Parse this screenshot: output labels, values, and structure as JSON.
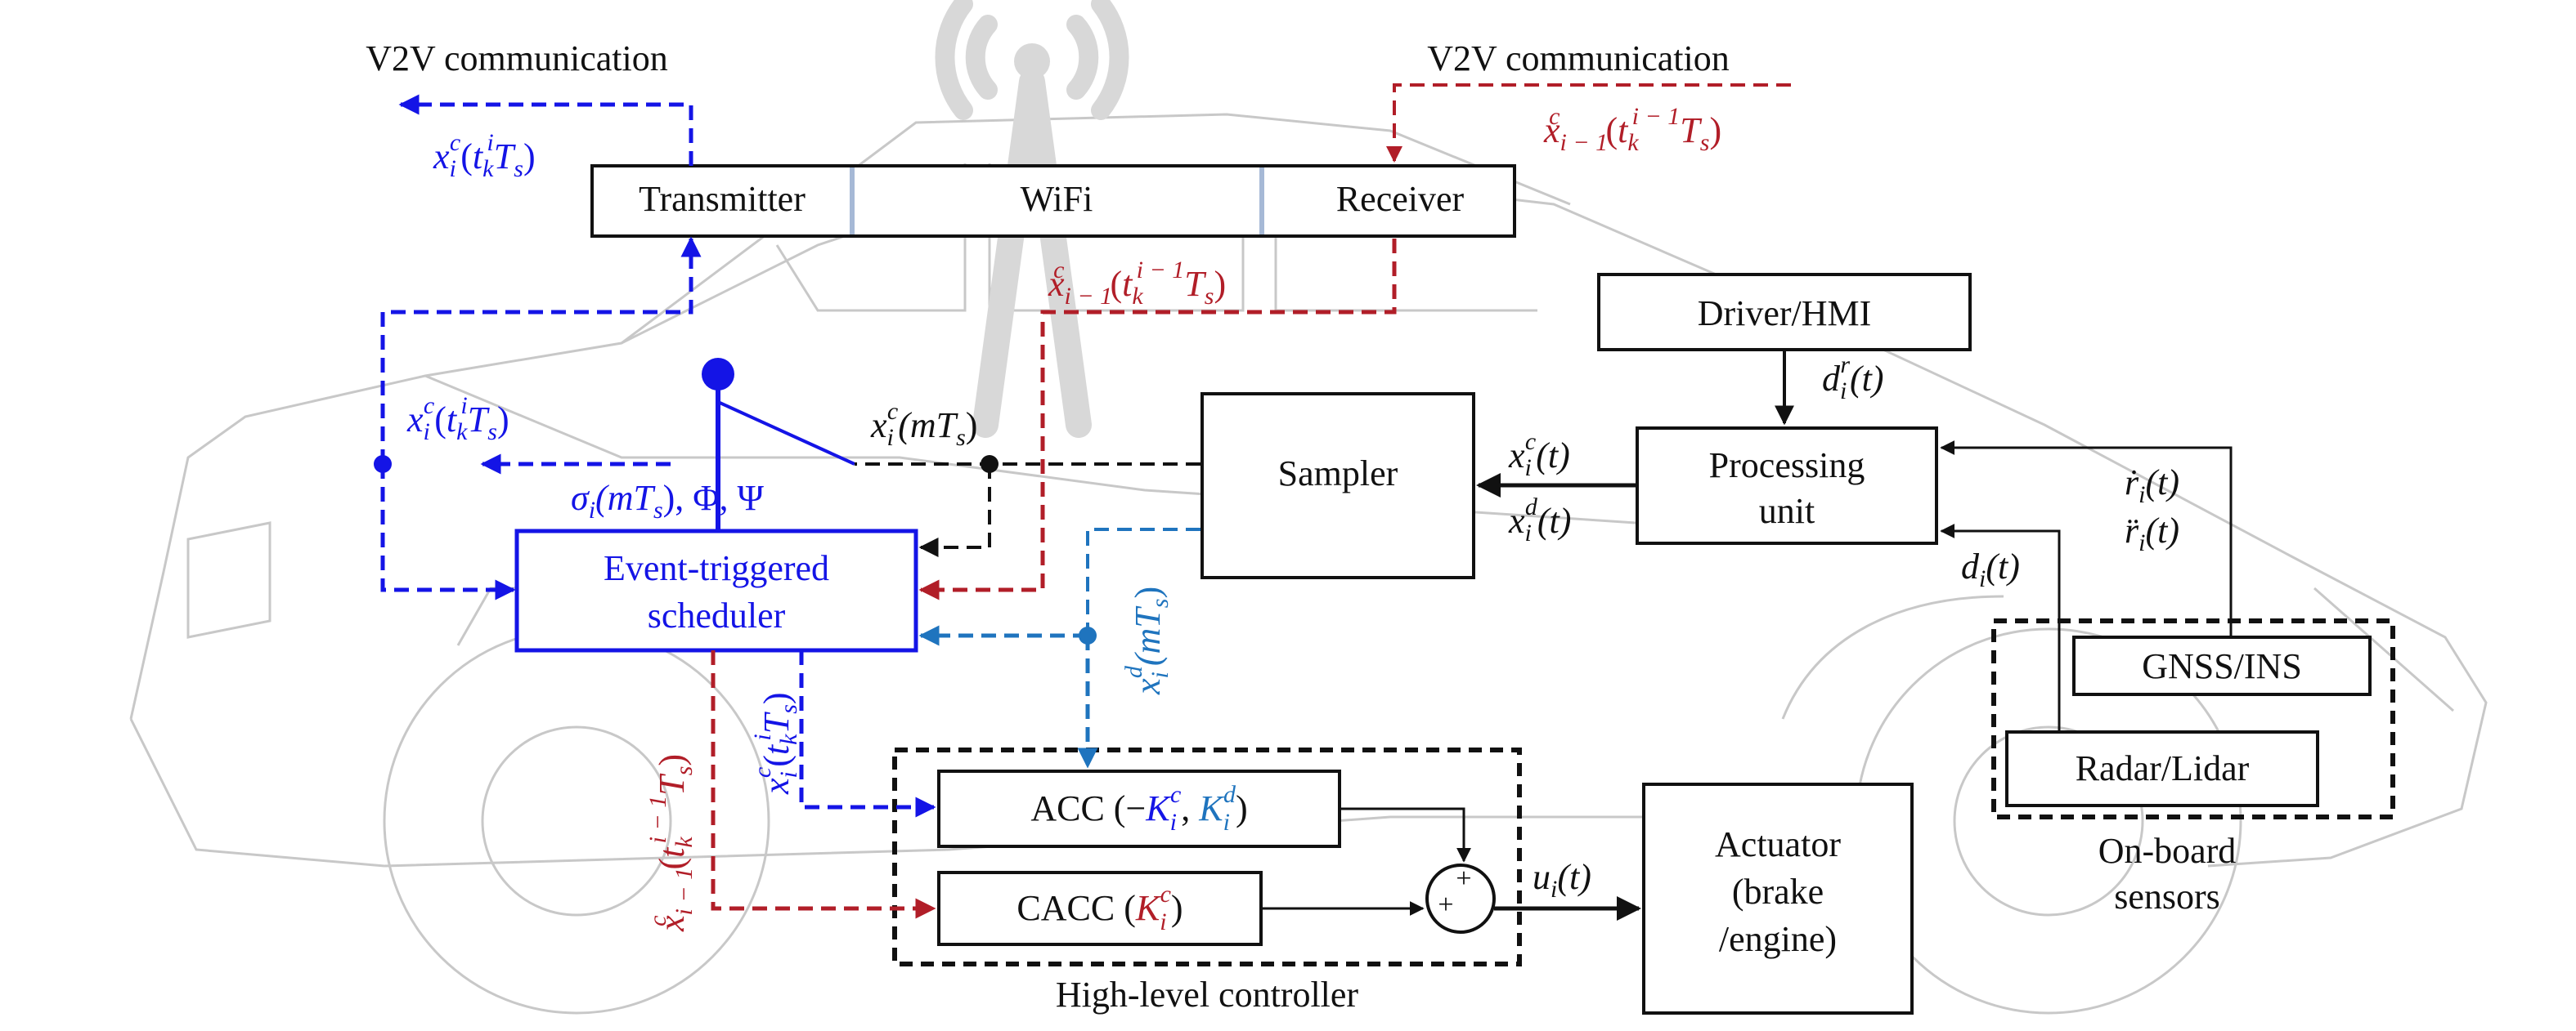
{
  "colors": {
    "black": "#111111",
    "blue": "#1414e6",
    "red": "#b11e28",
    "teal": "#1f74be",
    "car_outline": "#c8c8c8",
    "antenna": "#d8d8d8"
  },
  "icons": {
    "antenna": "wifi-antenna-icon",
    "switch": "event-trigger-switch-icon",
    "summing_junction": "summing-junction-icon",
    "background": "car-outline-illustration"
  },
  "labels": {
    "v2v_left": "V2V communication",
    "v2v_right": "V2V communication",
    "transmitter": "Transmitter",
    "wifi": "WiFi",
    "receiver": "Receiver",
    "driver_hmi": "Driver/HMI",
    "sampler": "Sampler",
    "processing_unit_l1": "Processing",
    "processing_unit_l2": "unit",
    "scheduler_l1": "Event-triggered",
    "scheduler_l2": "scheduler",
    "gnss": "GNSS/INS",
    "radar": "Radar/Lidar",
    "onboard_l1": "On-board",
    "onboard_l2": "sensors",
    "acc_prefix": "ACC (−",
    "acc_k": "K",
    "acc_kc_sup": "c",
    "acc_kc_sub": "i",
    "acc_sep": ", ",
    "acc_kd_sup": "d",
    "acc_kd_sub": "i",
    "acc_suffix": ")",
    "cacc_prefix": "CACC (",
    "cacc_k": "K",
    "cacc_sup": "c",
    "cacc_sub": "i",
    "cacc_suffix": ")",
    "high_level_controller": "High-level controller",
    "actuator_l1": "Actuator",
    "actuator_l2": "(brake",
    "actuator_l3": "/engine)",
    "sum_top": "+",
    "sum_left": "+"
  },
  "signals": {
    "xc_tk_ts": {
      "base": "x",
      "sup": "c",
      "sub": "i",
      "arg_open": "(",
      "t": "t",
      "t_sup": "i",
      "t_sub": "k",
      "Ts": "T",
      "Ts_sub": "s",
      "arg_close": ")"
    },
    "xc_prev": {
      "base": "x",
      "sup": "c",
      "sub": "i − 1",
      "arg_open": "(",
      "t": "t",
      "t_sup": "i − 1",
      "t_sub": "k",
      "Ts": "T",
      "Ts_sub": "s",
      "arg_close": ")"
    },
    "xc_mts": {
      "base": "x",
      "sup": "c",
      "sub": "i",
      "arg": "(mT",
      "arg_sub": "s",
      "close": ")"
    },
    "xd_mts": {
      "base": "x",
      "sup": "d",
      "sub": "i",
      "arg": "(mT",
      "arg_sub": "s",
      "close": ")"
    },
    "sigma": {
      "base": "σ",
      "sub": "i",
      "arg": "(mT",
      "arg_sub": "s",
      "rest": "), Φ, Ψ"
    },
    "xc_t": {
      "base": "x",
      "sup": "c",
      "sub": "i",
      "arg": "(t)"
    },
    "xd_t": {
      "base": "x",
      "sup": "d",
      "sub": "i",
      "arg": "(t)"
    },
    "dr_t": {
      "base": "d",
      "sup": "r",
      "sub": "i",
      "arg": "(t)"
    },
    "d_t": {
      "base": "d",
      "sub": "i",
      "arg": "(t)"
    },
    "rdot_t": {
      "base": "ṙ",
      "sub": "i",
      "arg": "(t)"
    },
    "rddot_t": {
      "base": "r̈",
      "sub": "i",
      "arg": "(t)"
    },
    "u_t": {
      "base": "u",
      "sub": "i",
      "arg": "(t)"
    }
  }
}
